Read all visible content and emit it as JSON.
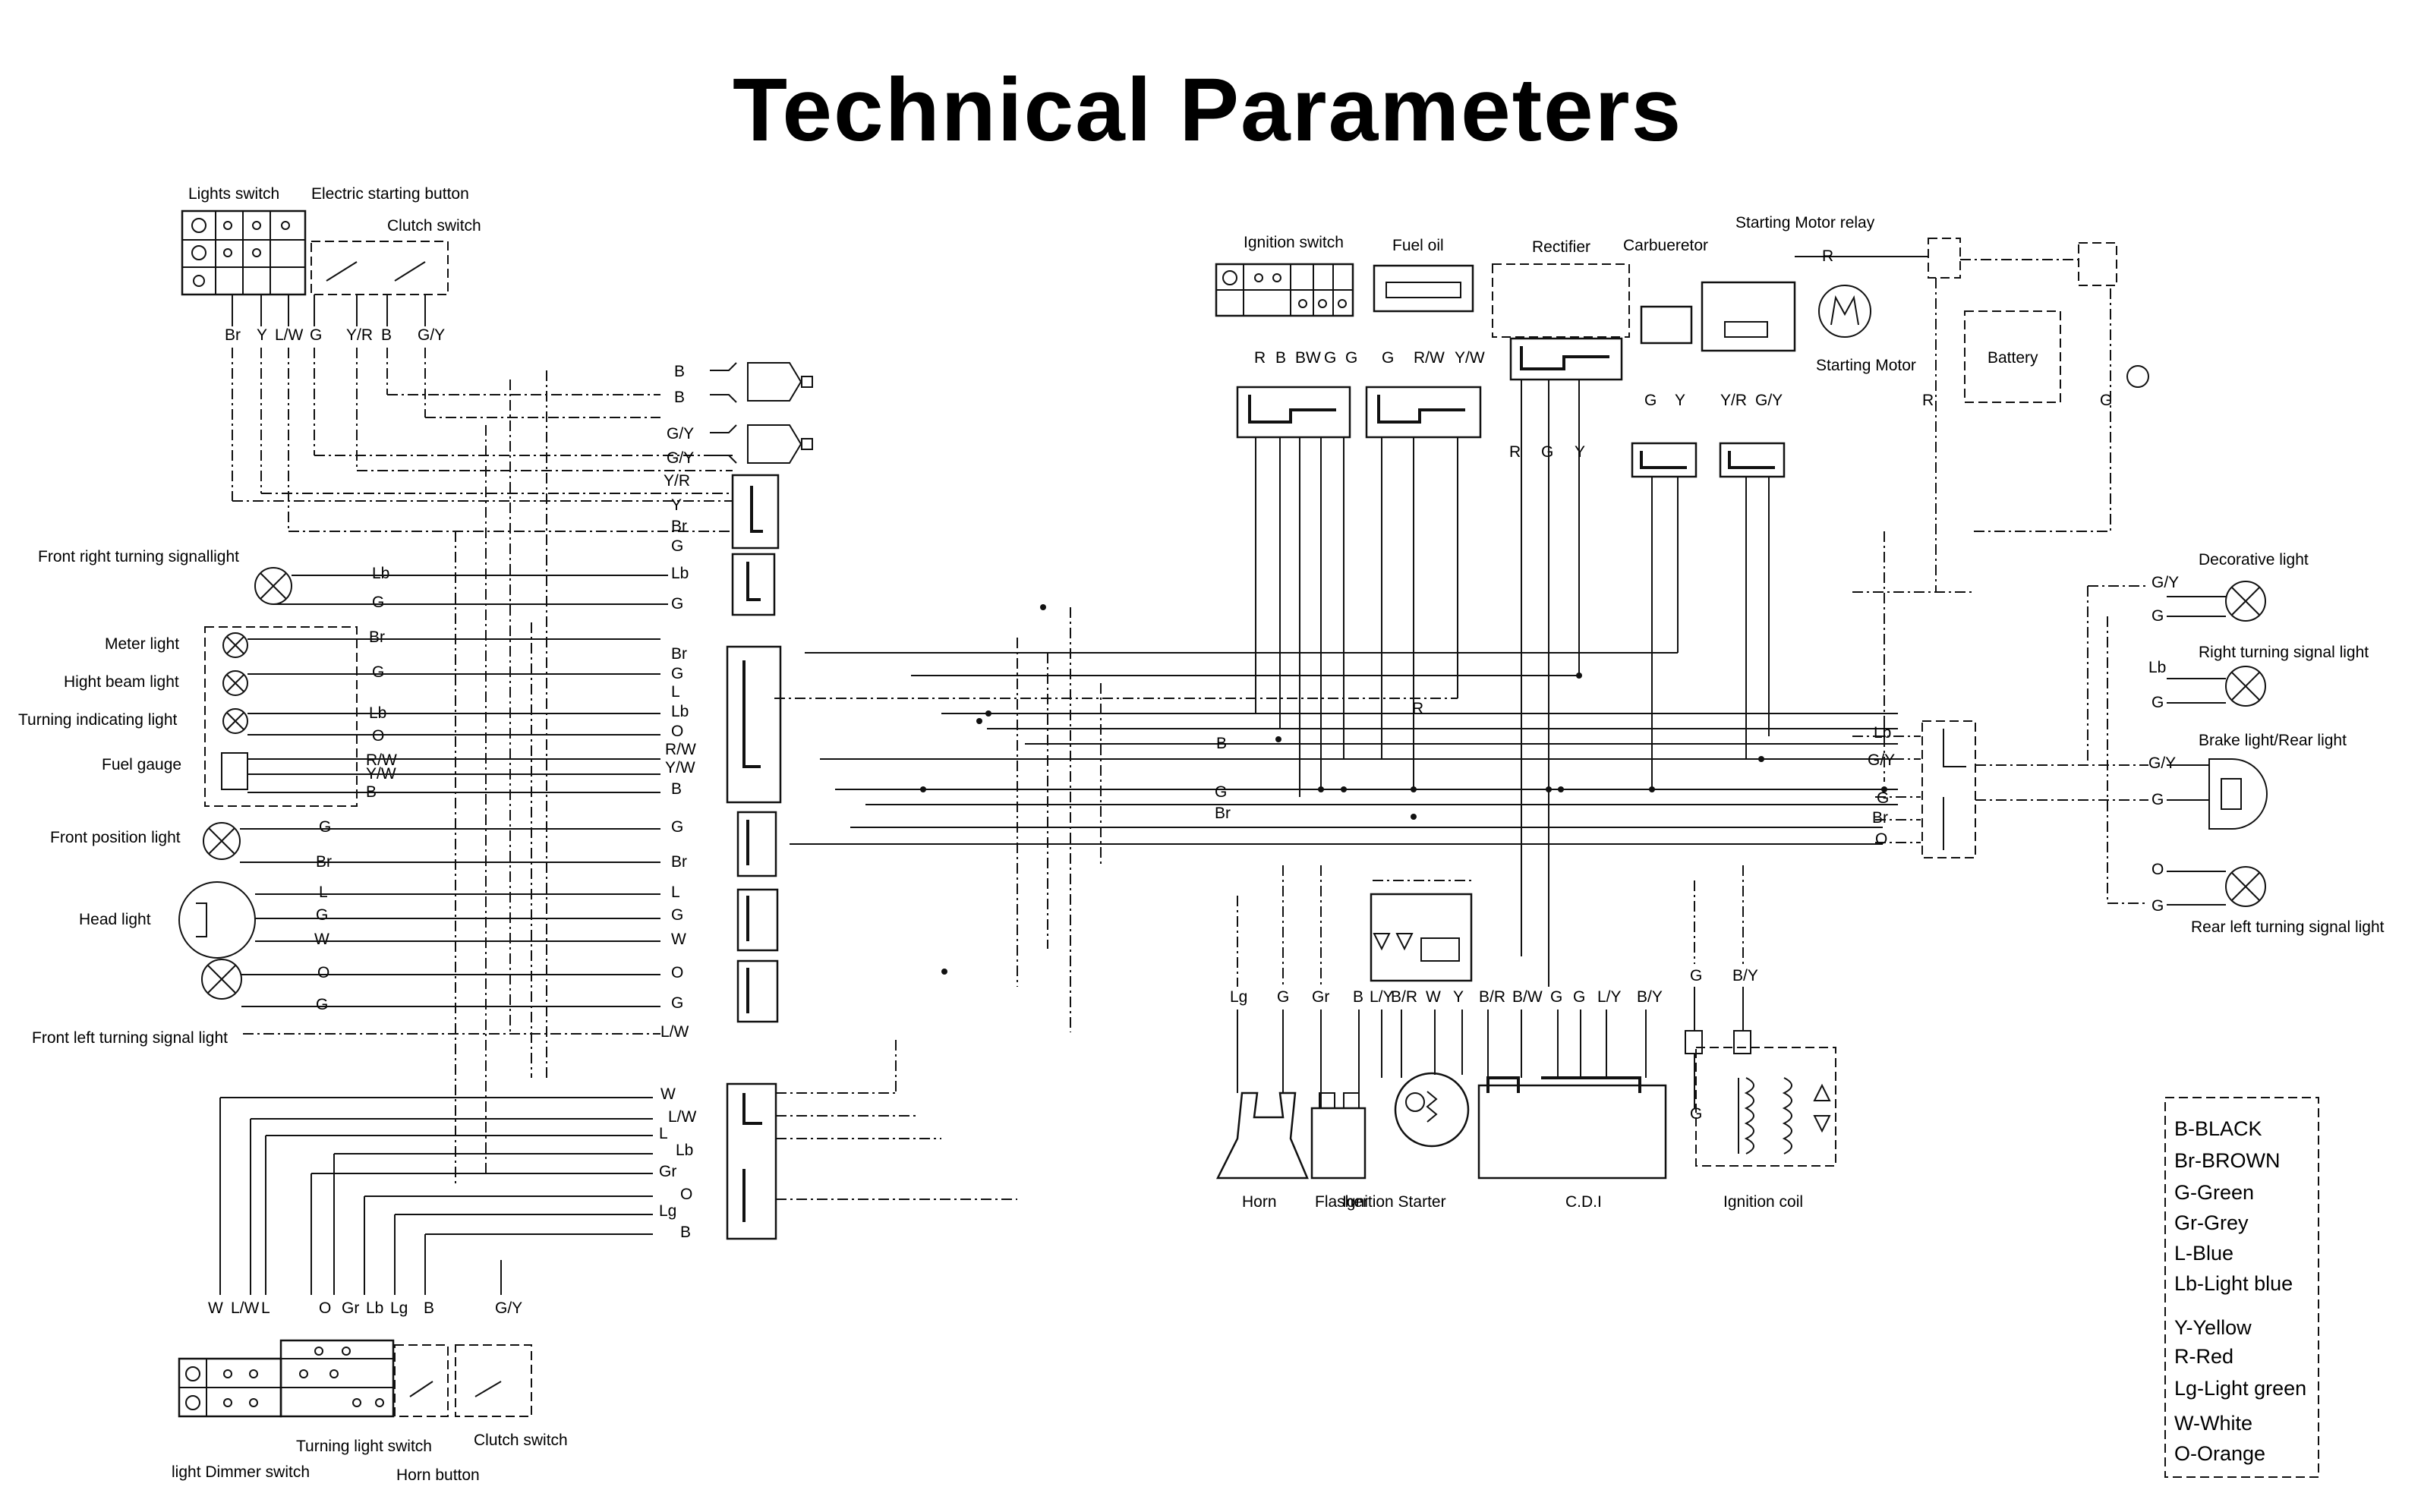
{
  "title": "Technical Parameters",
  "components": {
    "lights_switch": "Lights switch",
    "electric_starting_button": "Electric starting button",
    "clutch_switch_top": "Clutch switch",
    "ignition_switch": "Ignition switch",
    "fuel_oil": "Fuel oil",
    "rectifier": "Rectifier",
    "carburetor": "Carbueretor",
    "starting_motor_relay": "Starting Motor relay",
    "starting_motor": "Starting Motor",
    "battery": "Battery",
    "front_right_turning": "Front right turning signallight",
    "meter_light": "Meter light",
    "high_beam_light": "Hight beam light",
    "turning_indicating_light": "Turning indicating light",
    "fuel_gauge": "Fuel gauge",
    "front_position_light": "Front position light",
    "head_light": "Head light",
    "front_left_turning": "Front left turning signal light",
    "decorative_light": "Decorative light",
    "right_turning_signal": "Right turning signal light",
    "brake_rear_light": "Brake light/Rear light",
    "rear_left_turning": "Rear left turning signal light",
    "horn": "Horn",
    "flasher": "Flasher",
    "ignition_starter": "Ignition Starter",
    "cdi": "C.D.I",
    "ignition_coil": "Ignition coil",
    "light_dimmer_switch": "light Dimmer switch",
    "turning_light_switch": "Turning light switch",
    "horn_button": "Horn button",
    "clutch_switch_bottom": "Clutch switch"
  },
  "wire_labels": {
    "top_left_switch": [
      "Br",
      "Y",
      "L/W",
      "G",
      "Y/R",
      "B",
      "G/Y"
    ],
    "ignition_switch": [
      "R",
      "B",
      "BW",
      "G",
      "G"
    ],
    "fuel_oil": [
      "G",
      "R/W",
      "Y/W"
    ],
    "rectifier": [
      "R",
      "G",
      "Y"
    ],
    "carburetor": [
      "G",
      "Y"
    ],
    "relay": [
      "Y/R",
      "G/Y",
      "R",
      "R",
      "G"
    ],
    "connectors_left": [
      "B",
      "B",
      "G/Y",
      "G/Y",
      "Y/R",
      "Y",
      "Br",
      "G",
      "Lb",
      "G",
      "Br",
      "G",
      "L",
      "Lb",
      "O",
      "R/W",
      "Y/W",
      "B",
      "G",
      "Br",
      "L",
      "G",
      "W",
      "O",
      "G",
      "L/W"
    ],
    "lamp_wires_left": [
      "Lb",
      "G",
      "Br",
      "G",
      "Lb",
      "O",
      "R/W",
      "Y/W",
      "B",
      "G",
      "Br",
      "L",
      "G",
      "W",
      "O",
      "G"
    ],
    "bottom_connector": [
      "W",
      "L/W",
      "L",
      "Lb",
      "Gr",
      "O",
      "Lg",
      "B"
    ],
    "bottom_switch": [
      "W",
      "L/W",
      "L",
      "O",
      "Gr",
      "Lb",
      "Lg",
      "B",
      "G/Y"
    ],
    "bottom_center": [
      "Lg",
      "G",
      "Gr",
      "B",
      "L/Y",
      "B/R",
      "W",
      "Y",
      "B/R",
      "B/W",
      "G",
      "G",
      "L/Y",
      "B/Y"
    ],
    "ignition_coil": [
      "G",
      "B/Y",
      "G"
    ],
    "right_side": [
      "G/Y",
      "G",
      "Lb",
      "G",
      "G/Y",
      "G",
      "O",
      "G",
      "Lb",
      "G/Y",
      "G",
      "Br",
      "O",
      "B",
      "R",
      "G",
      "Br"
    ]
  },
  "legend": [
    "B-BLACK",
    "Br-BROWN",
    "G-Green",
    "Gr-Grey",
    "L-Blue",
    "Lb-Light blue",
    "Y-Yellow",
    "R-Red",
    "Lg-Light green",
    "W-White",
    "O-Orange"
  ]
}
